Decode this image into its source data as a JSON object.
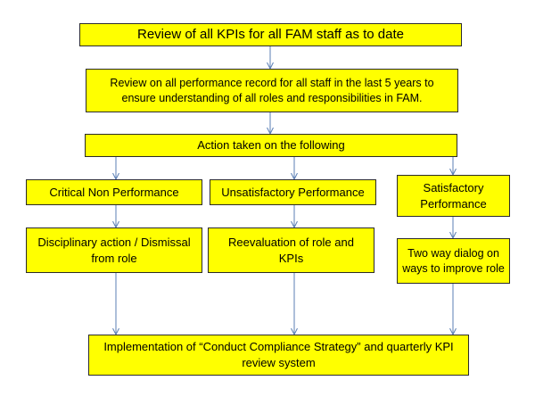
{
  "colors": {
    "box_fill": "#ffff00",
    "box_border": "#2b2b2b",
    "arrow": "#5b7fb5"
  },
  "diagram": {
    "top": "Review of all KPIs for all FAM staff as to date",
    "review_records": "Review on all performance record for all staff in the last 5 years to ensure understanding of all roles and responsibilities in FAM.",
    "action": "Action taken on the following",
    "col1": {
      "category": "Critical Non Performance",
      "response": "Disciplinary action / Dismissal from role"
    },
    "col2": {
      "category": "Unsatisfactory Performance",
      "response": "Reevaluation of role and KPIs"
    },
    "col3": {
      "category": "Satisfactory Performance",
      "response": "Two way dialog on ways to improve role"
    },
    "bottom": "Implementation of “Conduct Compliance Strategy” and quarterly KPI review system"
  }
}
